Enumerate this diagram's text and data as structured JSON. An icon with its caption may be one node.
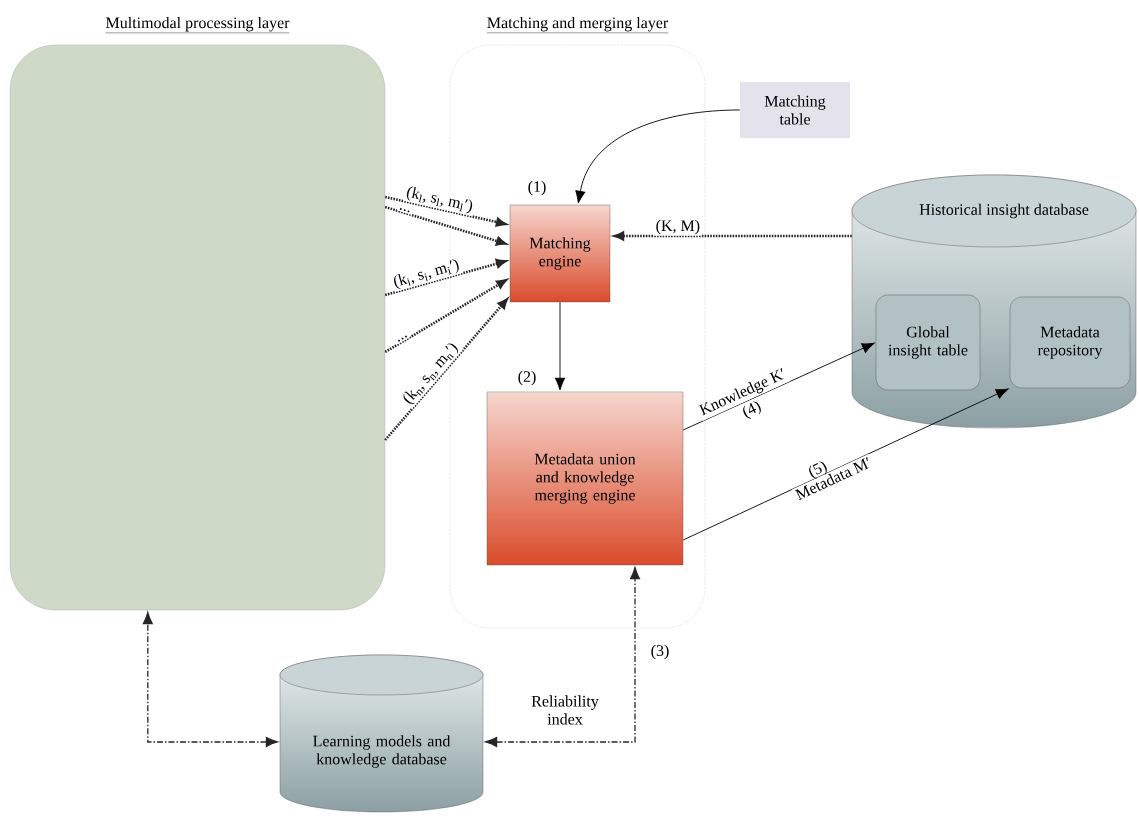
{
  "diagram": {
    "nodes": [
      {
        "text": [
          "Multimodal processing layer"
        ]
      },
      {
        "text": [
          "Matching and merging layer"
        ]
      },
      {
        "text": [
          "Matching engine"
        ],
        "in": 1,
        "beside": [
          "(1)"
        ]
      },
      {
        "text": [
          "Metadata union and knowledge merging engine"
        ],
        "in": 1,
        "beside": [
          "(2)"
        ]
      },
      {
        "text": [
          "Matching table"
        ]
      },
      {
        "text": [
          "Historical insight database"
        ]
      },
      {
        "text": [
          "Global insight table"
        ],
        "in": 5
      },
      {
        "text": [
          "Metadata repository"
        ],
        "in": 5
      },
      {
        "text": [
          "Learning models and knowledge database"
        ]
      }
    ],
    "edges": [
      {
        "from": 0,
        "to": 2,
        "arrow": "to",
        "style": "dashed",
        "label": "(k$_{l}$, s$_{l}$, m$_{l}$′)"
      },
      {
        "from": 0,
        "to": 2,
        "arrow": "to",
        "style": "dashed",
        "label": "..."
      },
      {
        "from": 0,
        "to": 2,
        "arrow": "to",
        "style": "dashed",
        "label": "(k$_{i}$, s$_{i}$, m$_{i}$′)"
      },
      {
        "from": 0,
        "to": 2,
        "arrow": "to",
        "style": "dashed",
        "label": "..."
      },
      {
        "from": 0,
        "to": 2,
        "arrow": "to",
        "style": "dashed",
        "label": "(k$_{n}$, s$_{n}$, m$_{n}$′)"
      },
      {
        "from": 4,
        "to": 2,
        "arrow": "to"
      },
      {
        "from": 5,
        "to": 2,
        "arrow": "to",
        "style": "dashed",
        "label": "(K, M)"
      },
      {
        "from": 2,
        "to": 3,
        "arrow": "to"
      },
      {
        "from": 3,
        "to": 6,
        "arrow": "to",
        "label": "Knowledge K′"
      },
      {
        "from": 3,
        "to": 7,
        "arrow": "to",
        "label": "Metadata M′"
      },
      {
        "from": 8,
        "to": 3,
        "arrow": "both",
        "style": "dashed",
        "label": "Reliability index"
      },
      {
        "from": 8,
        "to": 0,
        "arrow": "both",
        "style": "dashed"
      }
    ],
    "labels": [
      "(4)",
      "(5)",
      "(3)"
    ]
  }
}
